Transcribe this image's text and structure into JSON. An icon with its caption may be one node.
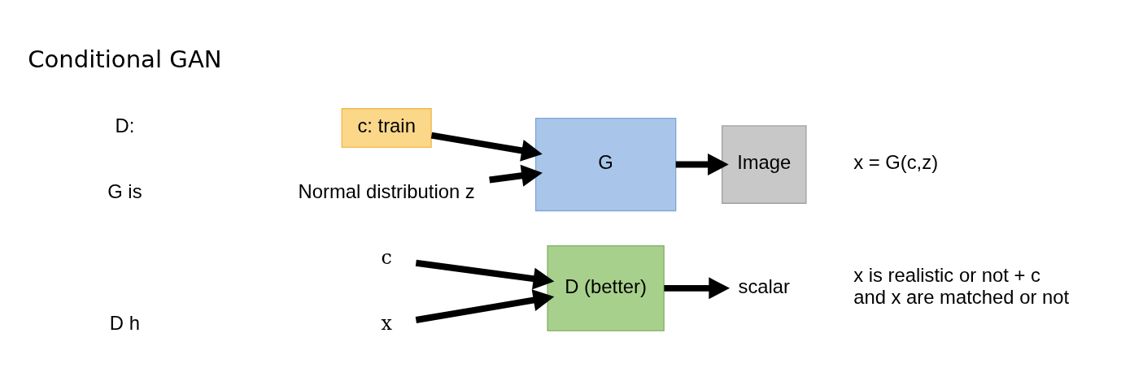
{
  "diagram": {
    "nodes": [
      {
        "text": [
          "c: train"
        ]
      },
      {
        "text": [
          "Normal distribution z"
        ]
      },
      {
        "text": [
          "G"
        ]
      },
      {
        "text": [
          "Image"
        ],
        "beside": [
          "x = G(c,z)"
        ]
      },
      {
        "text": [
          "c"
        ]
      },
      {
        "text": [
          "x"
        ]
      },
      {
        "text": [
          "D (better)"
        ]
      },
      {
        "text": [
          "scalar"
        ],
        "beside": [
          "x is realistic or not + c and x are matched or not"
        ]
      }
    ],
    "edges": [
      {
        "from": 0,
        "to": 2,
        "arrow": "to"
      },
      {
        "from": 1,
        "to": 2,
        "arrow": "to"
      },
      {
        "from": 2,
        "to": 3,
        "arrow": "to"
      },
      {
        "from": 4,
        "to": 6,
        "arrow": "to"
      },
      {
        "from": 5,
        "to": 6,
        "arrow": "to"
      },
      {
        "from": 6,
        "to": 7,
        "arrow": "to"
      }
    ],
    "labels": [
      "G is",
      "D:",
      "Conditional GAN",
      "D h"
    ]
  }
}
